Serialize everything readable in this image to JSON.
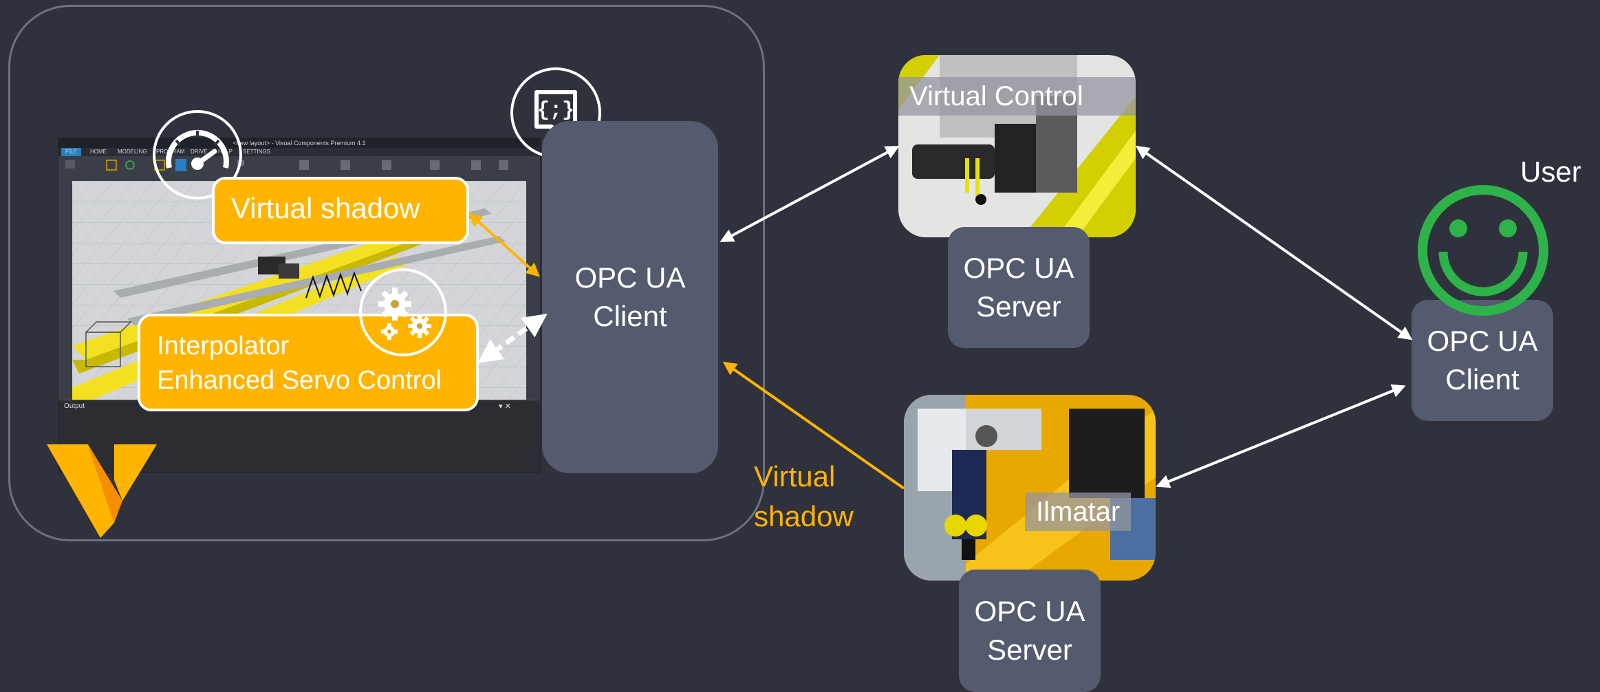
{
  "environment": {
    "virtual_shadow_label": "Virtual shadow",
    "interpolator_line1": "Interpolator",
    "interpolator_line2": "Enhanced Servo Control",
    "code_icon_text": "{;}"
  },
  "screenshot": {
    "title": "<new layout> - Visual Components Premium 4.1",
    "tabs": [
      "FILE",
      "HOME",
      "MODELING",
      "PROGRAM",
      "DRIVE",
      "HELP",
      "SETTINGS"
    ],
    "output_label": "Output"
  },
  "central_client": {
    "line1": "OPC UA",
    "line2": "Client"
  },
  "virtual_control": {
    "label": "Virtual Control",
    "server_line1": "OPC UA",
    "server_line2": "Server"
  },
  "ilmatar": {
    "label": "Ilmatar",
    "server_line1": "OPC UA",
    "server_line2": "Server"
  },
  "virtual_shadow_link": {
    "line1": "Virtual",
    "line2": "shadow"
  },
  "user": {
    "label": "User",
    "client_line1": "OPC UA",
    "client_line2": "Client"
  },
  "colors": {
    "background": "#2f323c",
    "box": "#545b6e",
    "accent_orange": "#ffb400",
    "smiley_green": "#2db34a",
    "arrow_white": "#ffffff"
  },
  "icons": [
    "gauge-icon",
    "code-chat-icon",
    "gears-icon",
    "smiley-icon",
    "visual-components-logo"
  ]
}
